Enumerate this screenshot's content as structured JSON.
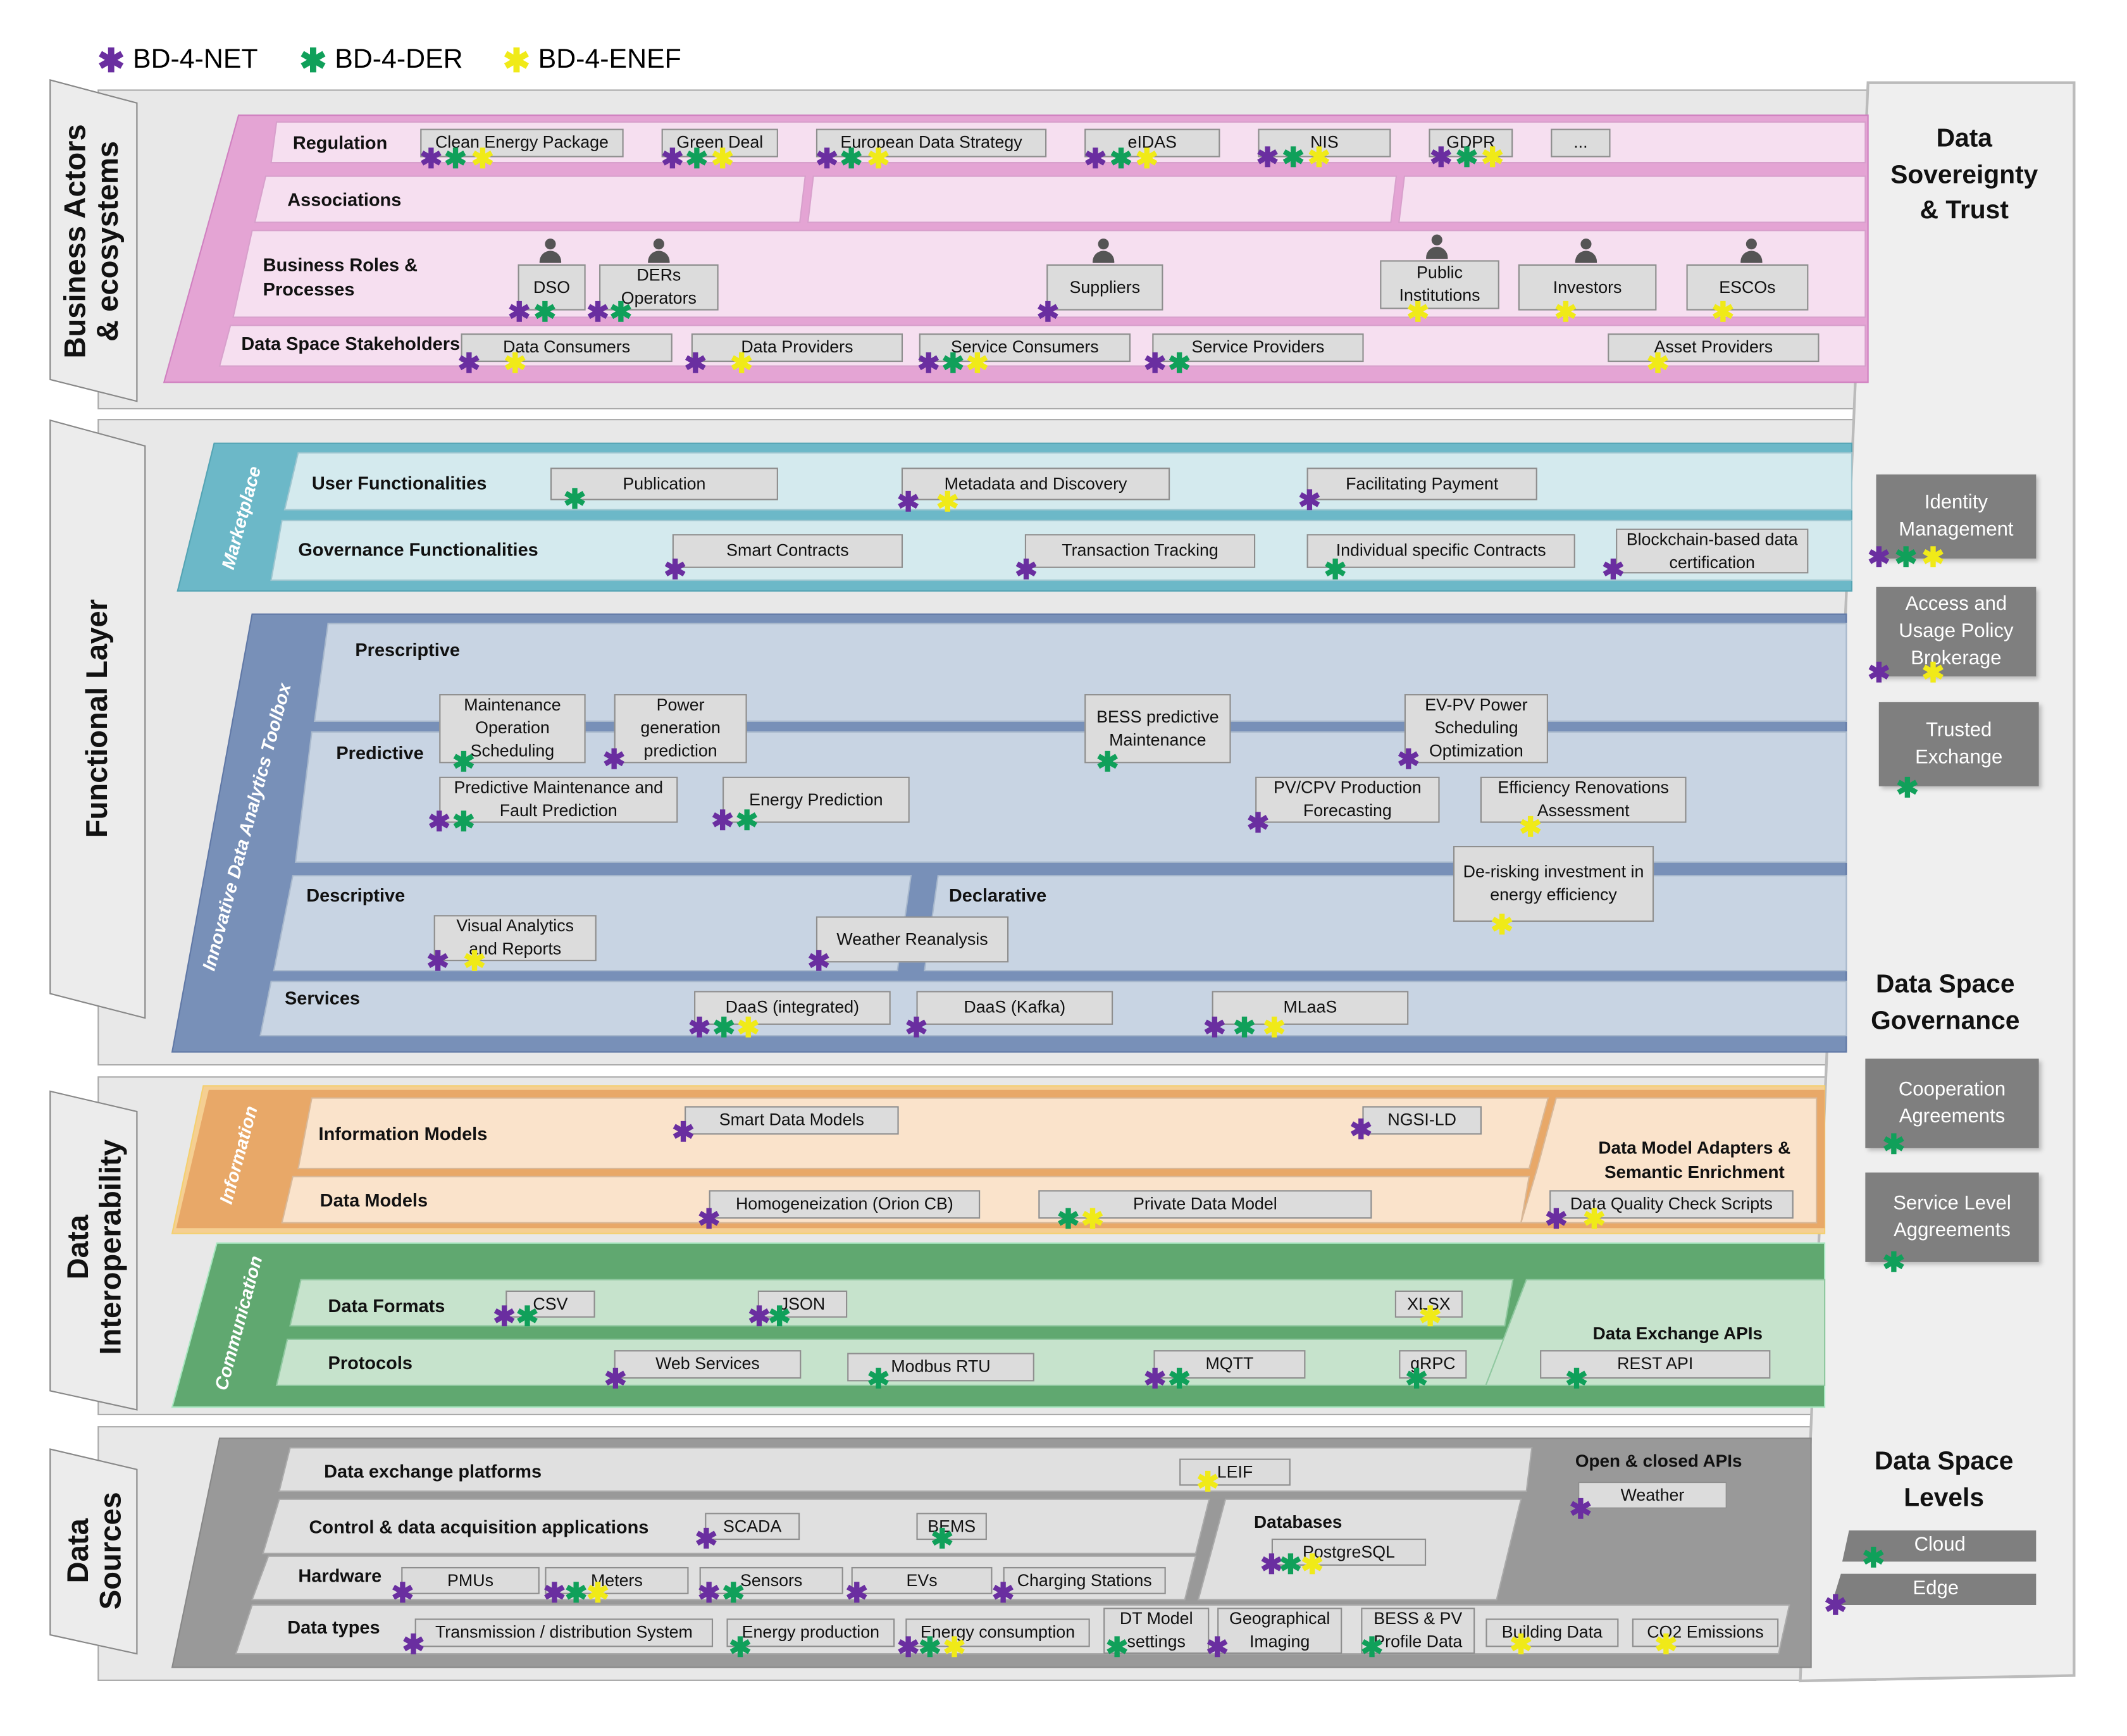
{
  "legend": [
    "BD-4-NET",
    "BD-4-DER",
    "BD-4-ENEF"
  ],
  "colors": {
    "net": "#6a2ea0",
    "der": "#10a05a",
    "enef": "#f0ea18",
    "pink": "#f6dff0",
    "lightblue": "#d4eaee",
    "analytics": "#c8d4e3",
    "info": "#fae3cb",
    "comm": "#c6e3cc",
    "sources": "#e0e0e0"
  },
  "layers": {
    "business": "Business Actors & ecosystems",
    "functional": "Functional Layer",
    "interop": "Data Interoperability",
    "sources": "Data Sources"
  },
  "business": {
    "regulation": "Regulation",
    "regulations": [
      "Clean Energy Package",
      "Green Deal",
      "European Data Strategy",
      "eIDAS",
      "NIS",
      "GDPR",
      "..."
    ],
    "associations": "Associations",
    "roles": "Business Roles & Processes",
    "role_items": [
      "DSO",
      "DERs Operators",
      "Suppliers",
      "Public Institutions",
      "Investors",
      "ESCOs"
    ],
    "stakeholders": "Data Space Stakeholders",
    "stakeholder_items": [
      "Data Consumers",
      "Data Providers",
      "Service Consumers",
      "Service Providers",
      "Asset Providers"
    ]
  },
  "functional": {
    "marketplace": "Marketplace",
    "user_func": "User Functionalities",
    "user_items": [
      "Publication",
      "Metadata and Discovery",
      "Facilitating Payment"
    ],
    "gov_func": "Governance Functionalities",
    "gov_items": [
      "Smart Contracts",
      "Transaction Tracking",
      "Individual specific Contracts",
      "Blockchain-based data certification"
    ],
    "toolbox": "Innovative Data Analytics Toolbox",
    "prescriptive": "Prescriptive",
    "predictive": "Predictive",
    "predictive_items": [
      "Maintenance Operation Scheduling",
      "Power generation prediction",
      "BESS predictive Maintenance",
      "EV-PV Power Scheduling Optimization",
      "Predictive Maintenance and Fault Prediction",
      "Energy Prediction",
      "PV/CPV Production Forecasting",
      "Efficiency Renovations Assessment"
    ],
    "descriptive": "Descriptive",
    "declarative": "Declarative",
    "desc_items": [
      "Visual Analytics and Reports",
      "Weather Reanalysis",
      "De-risking investment in energy efficiency"
    ],
    "services": "Services",
    "service_items": [
      "DaaS (integrated)",
      "DaaS (Kafka)",
      "MLaaS"
    ]
  },
  "interop": {
    "information": "Information",
    "info_models": "Information Models",
    "info_items": [
      "Smart Data Models",
      "NGSI-LD"
    ],
    "data_models": "Data Models",
    "dm_items": [
      "Homogeneization (Orion CB)",
      "Private Data Model",
      "Data Quality Check Scripts"
    ],
    "adapters": "Data Model Adapters & Semantic Enrichment",
    "communication": "Communication",
    "formats": "Data Formats",
    "format_items": [
      "CSV",
      "JSON",
      "XLSX"
    ],
    "protocols": "Protocols",
    "protocol_items": [
      "Web Services",
      "Modbus RTU",
      "MQTT",
      "gRPC"
    ],
    "apis": "Data Exchange APIs",
    "api_items": [
      "REST API"
    ]
  },
  "sources": {
    "platforms": "Data exchange platforms",
    "platform_items": [
      "LEIF"
    ],
    "control": "Control & data acquisition applications",
    "control_items": [
      "SCADA",
      "BEMS"
    ],
    "hardware": "Hardware",
    "hardware_items": [
      "PMUs",
      "Meters",
      "Sensors",
      "EVs",
      "Charging Stations"
    ],
    "types": "Data types",
    "type_items": [
      "Transmission / distribution System",
      "Energy production",
      "Energy consumption",
      "DT Model settings",
      "Geographical Imaging",
      "BESS & PV Profile Data",
      "Building Data",
      "CO2 Emissions"
    ],
    "open_apis": "Open & closed APIs",
    "api_items": [
      "Weather"
    ],
    "databases": "Databases",
    "db_items": [
      "PostgreSQL"
    ]
  },
  "right": {
    "sovereignty": "Data Sovereignty & Trust",
    "sov_items": [
      "Identity Management",
      "Access and Usage Policy Brokerage",
      "Trusted Exchange"
    ],
    "governance": "Data Space Governance",
    "gov_items": [
      "Cooperation Agreements",
      "Service Level Aggreements"
    ],
    "levels": "Data Space Levels",
    "level_items": [
      "Cloud",
      "Edge"
    ]
  }
}
